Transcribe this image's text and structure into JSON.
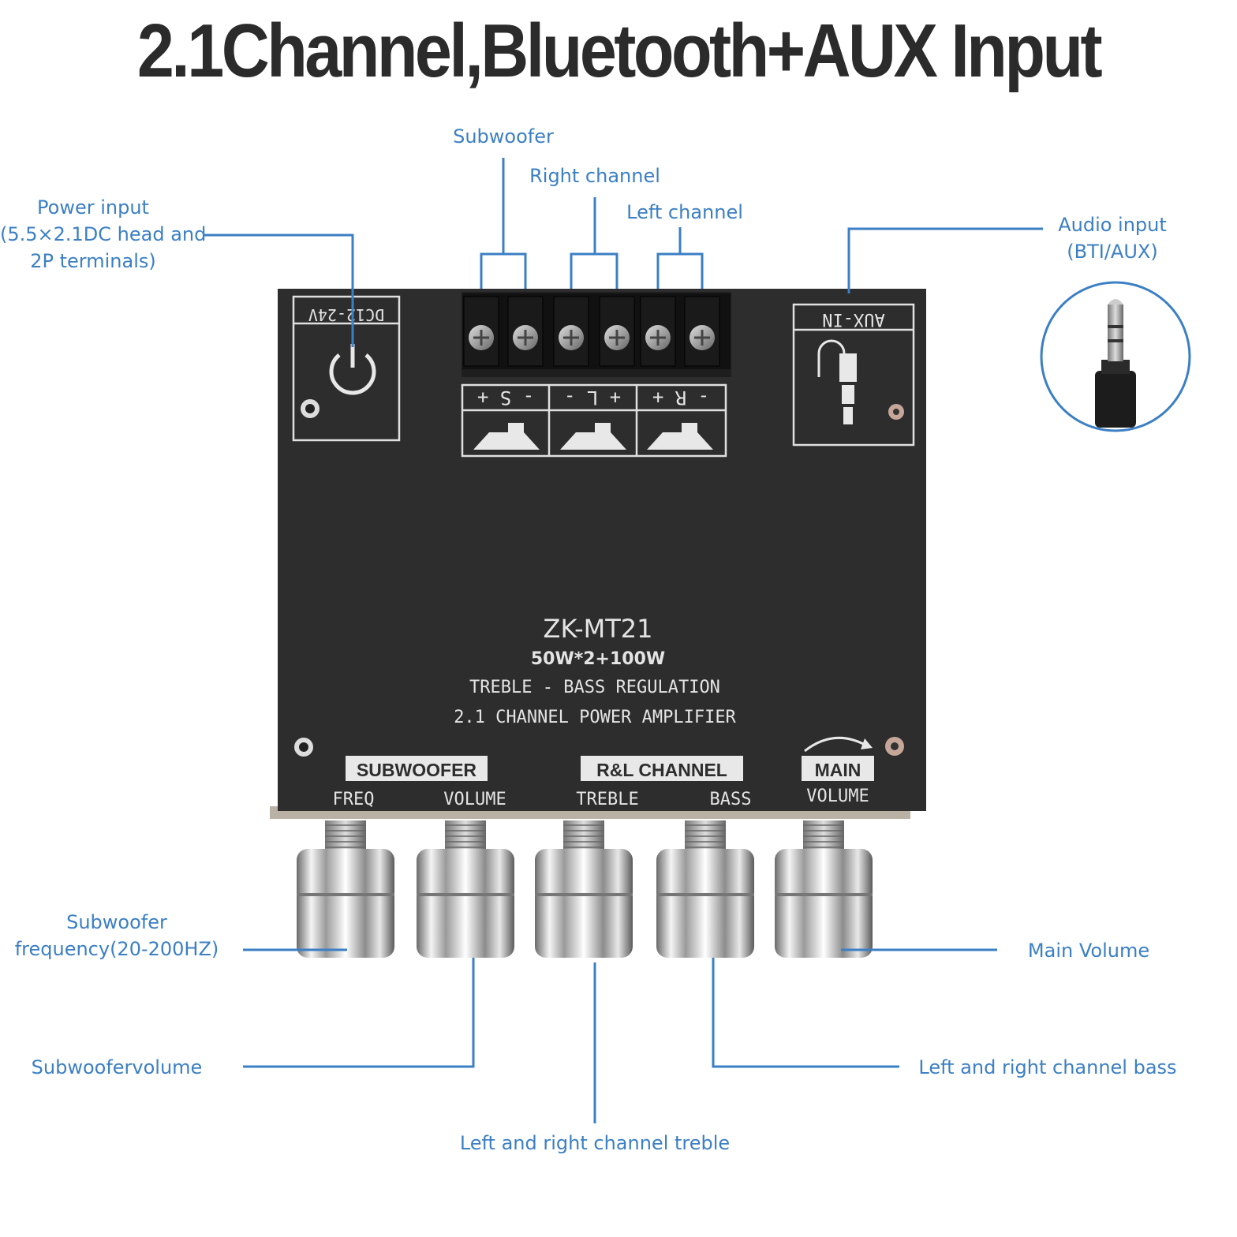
{
  "title": "2.1Channel,Bluetooth+AUX Input",
  "colors": {
    "accent": "#3b7fc4",
    "board": "#2d2d2d",
    "title": "#2b2b2b"
  },
  "callouts": {
    "power_input": [
      "Power input",
      "(5.5×2.1DC head and",
      "2P terminals)"
    ],
    "subwoofer": "Subwoofer",
    "right_channel": "Right channel",
    "left_channel": "Left channel",
    "audio_input": [
      "Audio input",
      "(BTI/AUX)"
    ],
    "sub_freq": [
      "Subwoofer",
      "frequency(20-200HZ)"
    ],
    "sub_volume": "Subwoofervolume",
    "main_volume": "Main Volume",
    "lr_bass": "Left and right channel bass",
    "lr_treble": "Left and right channel treble"
  },
  "board": {
    "power_label": "DC12-24V",
    "aux_label": "AUX-IN",
    "terminals": [
      "- S +",
      "+ L -",
      "- R +"
    ],
    "model": "ZK-MT21",
    "power": "50W*2+100W",
    "line1": "TREBLE - BASS REGULATION",
    "line2": "2.1 CHANNEL POWER AMPLIFIER",
    "group_subwoofer": "SUBWOOFER",
    "group_rl": "R&L CHANNEL",
    "group_main": "MAIN",
    "knob_labels": [
      "FREQ",
      "VOLUME",
      "TREBLE",
      "BASS",
      "VOLUME"
    ]
  }
}
